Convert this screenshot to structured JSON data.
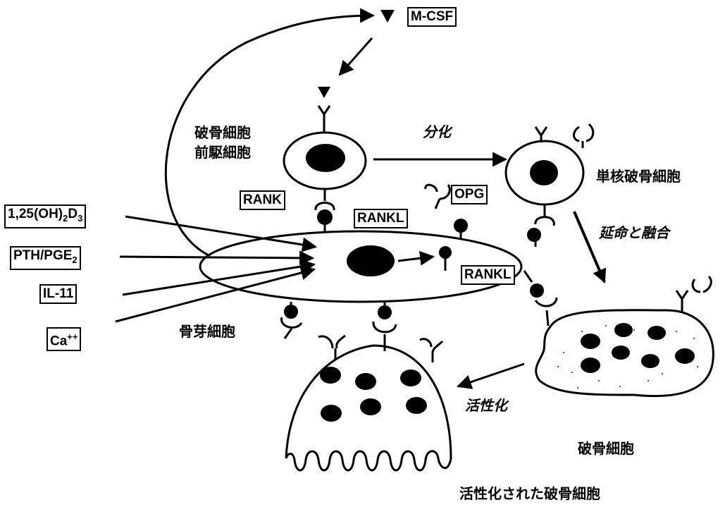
{
  "labels": {
    "m_csf": "M-CSF",
    "precursor_line1": "破骨細胞",
    "precursor_line2": "前駆細胞",
    "differentiation": "分化",
    "mononuclear_osteoclast": "単核破骨細胞",
    "survival_fusion": "延命と融合",
    "rank": "RANK",
    "rankl_upper": "RANKL",
    "rankl_lower": "RANKL",
    "opg": "OPG",
    "osteoblast": "骨芽細胞",
    "activation": "活性化",
    "osteoclast": "破骨細胞",
    "activated_osteoclast": "活性化された破骨細胞"
  },
  "inputs": {
    "vitd_prefix": "1,25(OH)",
    "vitd_sub1": "2",
    "vitd_mid": "D",
    "vitd_sub2": "3",
    "pth_prefix": "PTH/PGE",
    "pth_sub": "2",
    "il11": "IL-11",
    "ca_prefix": "Ca",
    "ca_sup": "++"
  },
  "colors": {
    "ink": "#000000",
    "background": "#ffffff",
    "speckle": "#555555"
  }
}
